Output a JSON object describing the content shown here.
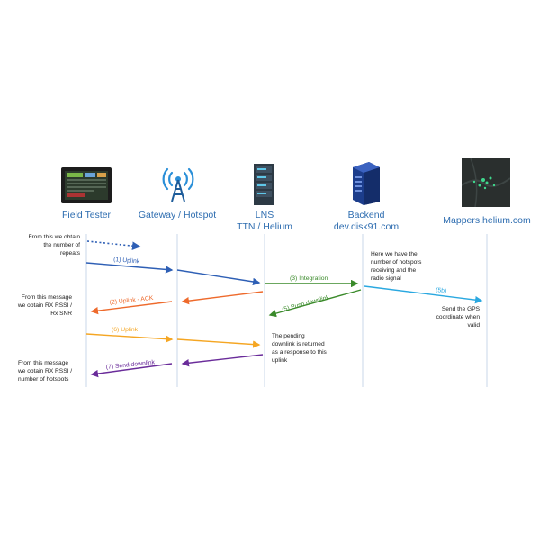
{
  "actors": [
    {
      "id": "field_tester",
      "label": "Field Tester"
    },
    {
      "id": "gateway",
      "label": "Gateway / Hotspot"
    },
    {
      "id": "lns",
      "label": "LNS",
      "sublabel": "TTN / Helium"
    },
    {
      "id": "backend",
      "label": "Backend",
      "sublabel": "dev.disk91.com"
    },
    {
      "id": "mappers",
      "label": "Mappers.helium.com"
    }
  ],
  "messages": [
    {
      "label": "(1) Uplink",
      "color": "#2e5fb5"
    },
    {
      "label": "(3) Integration",
      "color": "#3a8a2a"
    },
    {
      "label": "(2) Uplink - ACK",
      "color": "#ee6a2c"
    },
    {
      "label": "(5) Push downlink",
      "color": "#3a8a2a"
    },
    {
      "label": "(5b)",
      "color": "#2aa8e0"
    },
    {
      "label": "(6) Uplink",
      "color": "#f5a623"
    },
    {
      "label": "(7) Send downlink",
      "color": "#6a2c9a"
    }
  ],
  "notes": {
    "repeats": [
      "From this we obtain",
      "the number of",
      "repeats"
    ],
    "rssi_snr": [
      "From this message",
      "we obtain RX RSSI /",
      "Rx SNR"
    ],
    "rssi_hotspots": [
      "From this message",
      "we obtain RX RSSI /",
      "number of hotspots"
    ],
    "backend_hotspots": [
      "Here we have the",
      "number of hotspots",
      "receiving and the",
      "radio signal"
    ],
    "gps": [
      "Send the GPS",
      "coordinate when",
      "valid"
    ],
    "pending": [
      "The pending",
      "downlink is returned",
      "as a response to this",
      "uplink"
    ]
  }
}
